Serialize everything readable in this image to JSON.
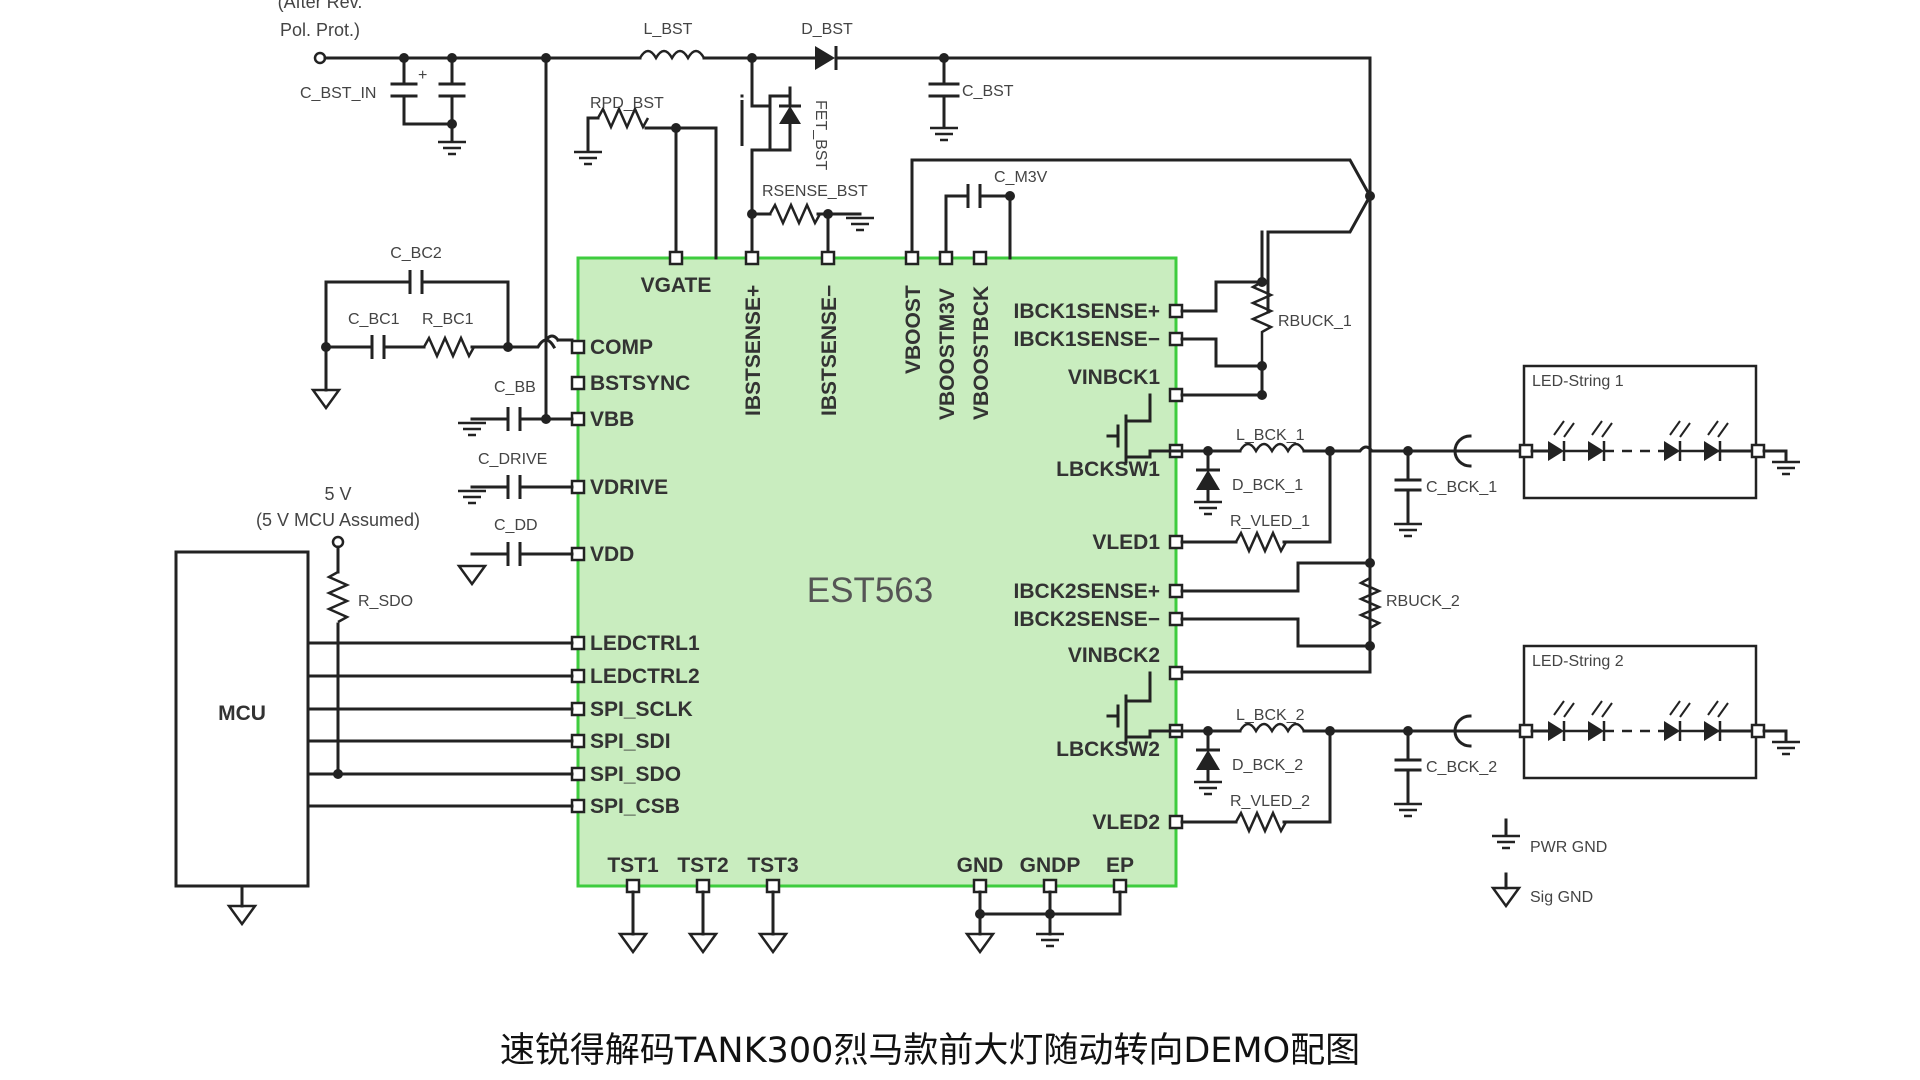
{
  "diagram": {
    "chip_name": "EST563",
    "input_label_1": "(After Rev.",
    "input_label_2": "Pol. Prot.)",
    "supply_label_1": "5 V",
    "supply_label_2": "(5 V MCU Assumed)",
    "mcu_label": "MCU",
    "pins_top": [
      "VGATE",
      "IBSTSENSE+",
      "IBSTSENSE−",
      "VBOOST",
      "VBOOSTM3V",
      "VBOOSTBCK"
    ],
    "pins_left": [
      "COMP",
      "BSTSYNC",
      "VBB",
      "VDRIVE",
      "VDD",
      "LEDCTRL1",
      "LEDCTRL2",
      "SPI_SCLK",
      "SPI_SDI",
      "SPI_SDO",
      "SPI_CSB"
    ],
    "pins_right": [
      "IBCK1SENSE+",
      "IBCK1SENSE−",
      "VINBCK1",
      "LBCKSW1",
      "VLED1",
      "IBCK2SENSE+",
      "IBCK2SENSE−",
      "VINBCK2",
      "LBCKSW2",
      "VLED2"
    ],
    "pins_bottom": [
      "TST1",
      "TST2",
      "TST3",
      "GND",
      "GNDP",
      "EP"
    ],
    "components": {
      "l_bst": "L_BST",
      "d_bst": "D_BST",
      "c_bst_in": "C_BST_IN",
      "c_bst": "C_BST",
      "rpd_bst": "RPD_BST",
      "fet_bst": "FET_BST",
      "rsense_bst": "RSENSE_BST",
      "c_m3v": "C_M3V",
      "c_bc2": "C_BC2",
      "c_bc1": "C_BC1",
      "r_bc1": "R_BC1",
      "c_bb": "C_BB",
      "c_drive": "C_DRIVE",
      "c_dd": "C_DD",
      "r_sdo": "R_SDO",
      "rbuck_1": "RBUCK_1",
      "l_bck_1": "L_BCK_1",
      "d_bck_1": "D_BCK_1",
      "r_vled_1": "R_VLED_1",
      "c_bck_1": "C_BCK_1",
      "rbuck_2": "RBUCK_2",
      "l_bck_2": "L_BCK_2",
      "d_bck_2": "D_BCK_2",
      "r_vled_2": "R_VLED_2",
      "c_bck_2": "C_BCK_2"
    },
    "led_string_1": "LED-String 1",
    "led_string_2": "LED-String 2",
    "legend_pwr_gnd": "PWR GND",
    "legend_sig_gnd": "Sig GND"
  },
  "caption": "速锐得解码TANK300烈马款前大灯随动转向DEMO配图"
}
